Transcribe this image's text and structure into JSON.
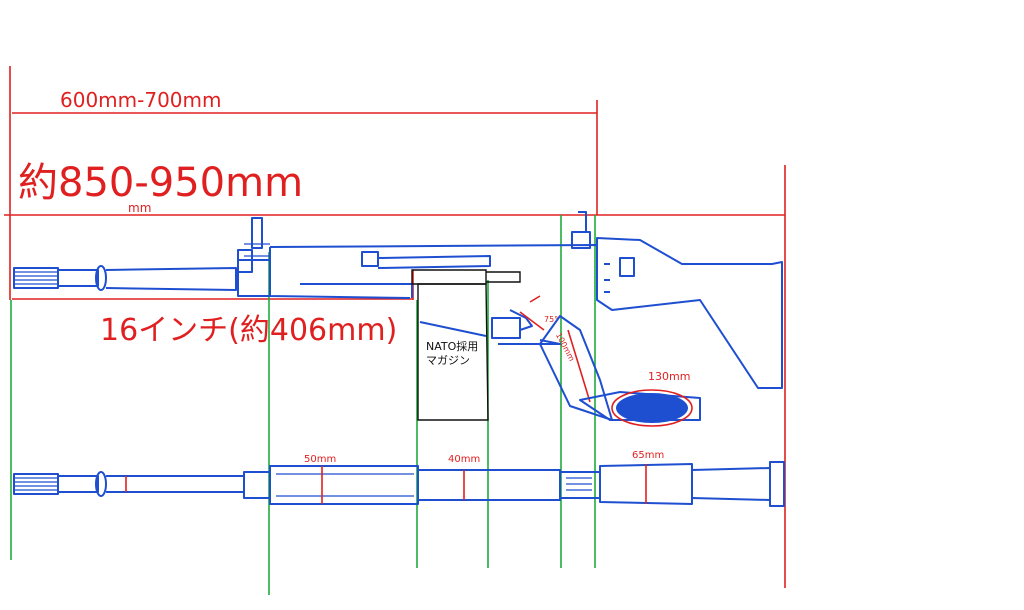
{
  "annotations": {
    "receiver_length": "600mm-700mm",
    "overall_length": "約850-950mm",
    "overall_length_unit": "mm",
    "barrel_length": "16インチ(約406mm)",
    "magazine_label_line1": "NATO採用",
    "magazine_label_line2": "マガジン",
    "grip_angle": "75°",
    "grip_length": "100mm",
    "stock_pad": "130mm",
    "dia_1": "50mm",
    "dia_2": "40mm",
    "dia_3": "65mm"
  },
  "colors": {
    "ink_red": "#e02020",
    "ink_blue": "#1f4fd1",
    "ink_green": "#1faa3a",
    "ink_black": "#111111"
  }
}
